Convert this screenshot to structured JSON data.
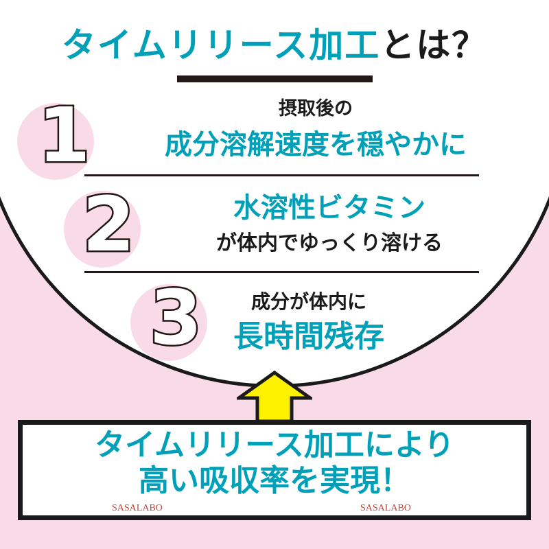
{
  "title": {
    "highlight": "タイムリリース加工",
    "rest": "とは？"
  },
  "items": [
    {
      "number": "1",
      "line1": "摂取後の",
      "line2": "成分溶解速度を穏やかに"
    },
    {
      "number": "2",
      "line1": "水溶性ビタミン",
      "line2": "が体内でゆっくり溶ける"
    },
    {
      "number": "3",
      "line1": "成分が体内に",
      "line2": "長時間残存"
    }
  ],
  "conclusion": {
    "line1": "タイムリリース加工により",
    "line2": "高い吸収率を実現！"
  },
  "watermark": "SASALABO",
  "colors": {
    "accent": "#00a0b8",
    "background": "#f9dbe7",
    "arrow": "#fff200"
  }
}
